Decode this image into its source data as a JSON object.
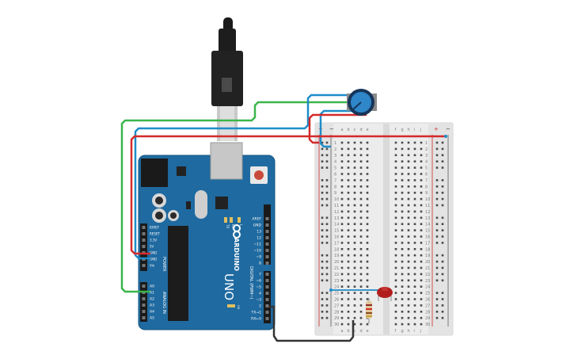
{
  "arduino": {
    "brand": "ARDUINO",
    "model": "UNO",
    "power_header": [
      "IOREF",
      "RESET",
      "3.3V",
      "5V",
      "GND",
      "GND",
      "Vin"
    ],
    "power_label": "POWER",
    "analog_header": [
      "A0",
      "A1",
      "A2",
      "A3",
      "A4",
      "A5"
    ],
    "analog_label": "ANALOG IN",
    "digital_top": [
      "AREF",
      "GND",
      "13",
      "12",
      "~11",
      "~10",
      "~9",
      "8"
    ],
    "digital_bottom": [
      "7",
      "~6",
      "~5",
      "4",
      "~3",
      "2",
      "TX→1",
      "RX←0"
    ],
    "digital_label": "DIGITAL (PWM~)",
    "led_labels": [
      "TX",
      "RX",
      "L"
    ],
    "on_label": "ON",
    "board_color": "#1f6aa0"
  },
  "breadboard": {
    "columns_left": [
      "a",
      "b",
      "c",
      "d",
      "e"
    ],
    "columns_right": [
      "f",
      "g",
      "h",
      "i",
      "j"
    ],
    "rows": [
      1,
      2,
      3,
      4,
      5,
      6,
      7,
      8,
      9,
      10,
      11,
      12,
      13,
      14,
      15,
      16,
      17,
      18,
      19,
      20,
      21,
      22,
      23,
      24,
      25,
      26,
      27,
      28,
      29,
      30
    ],
    "rail_plus": "+",
    "rail_minus": "−"
  },
  "wires": {
    "red": "#d42a2a",
    "blue": "#1e8dc9",
    "green": "#3bb54a",
    "black": "#333333"
  },
  "components": [
    "potentiometer-knob",
    "led-red",
    "resistor",
    "usb-cable"
  ]
}
